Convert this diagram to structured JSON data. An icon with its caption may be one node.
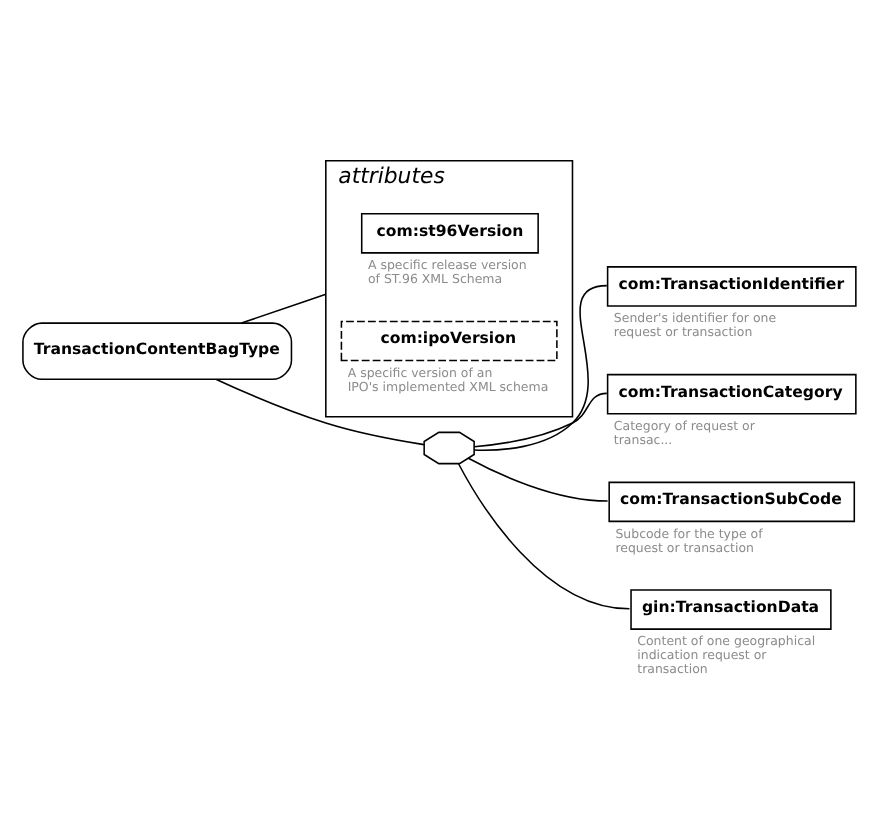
{
  "diagram": {
    "nodes": [
      {
        "text": [
          "TransactionContentBagType"
        ]
      },
      {
        "text": [
          "attributes"
        ]
      },
      {
        "text": [
          "com:st96Version"
        ],
        "beside": [
          "A specific release version of ST.96 XML Schema"
        ],
        "in": 1
      },
      {
        "text": [
          "com:ipoVersion"
        ],
        "beside": [
          "A specific version of an IPO's implemented XML schema"
        ],
        "in": 1
      },
      {
        "text": [],
        "shape": "octagon"
      },
      {
        "text": [
          "com:TransactionIdentifier"
        ],
        "beside": [
          "Sender's identifier for one request or transaction"
        ]
      },
      {
        "text": [
          "com:TransactionCategory"
        ],
        "beside": [
          "Category of request or transac..."
        ]
      },
      {
        "text": [
          "com:TransactionSubCode"
        ],
        "beside": [
          "Subcode for the type of request or transaction"
        ]
      },
      {
        "text": [
          "gin:TransactionData"
        ],
        "beside": [
          "Content of one geographical indication request or transaction"
        ]
      }
    ],
    "edges": [
      {
        "from": 0,
        "to": 1,
        "arrow": "none"
      },
      {
        "from": 0,
        "to": 4,
        "arrow": "none"
      },
      {
        "from": 4,
        "to": 5,
        "arrow": "none"
      },
      {
        "from": 4,
        "to": 6,
        "arrow": "none"
      },
      {
        "from": 4,
        "to": 7,
        "arrow": "none"
      },
      {
        "from": 4,
        "to": 8,
        "arrow": "none"
      }
    ]
  }
}
